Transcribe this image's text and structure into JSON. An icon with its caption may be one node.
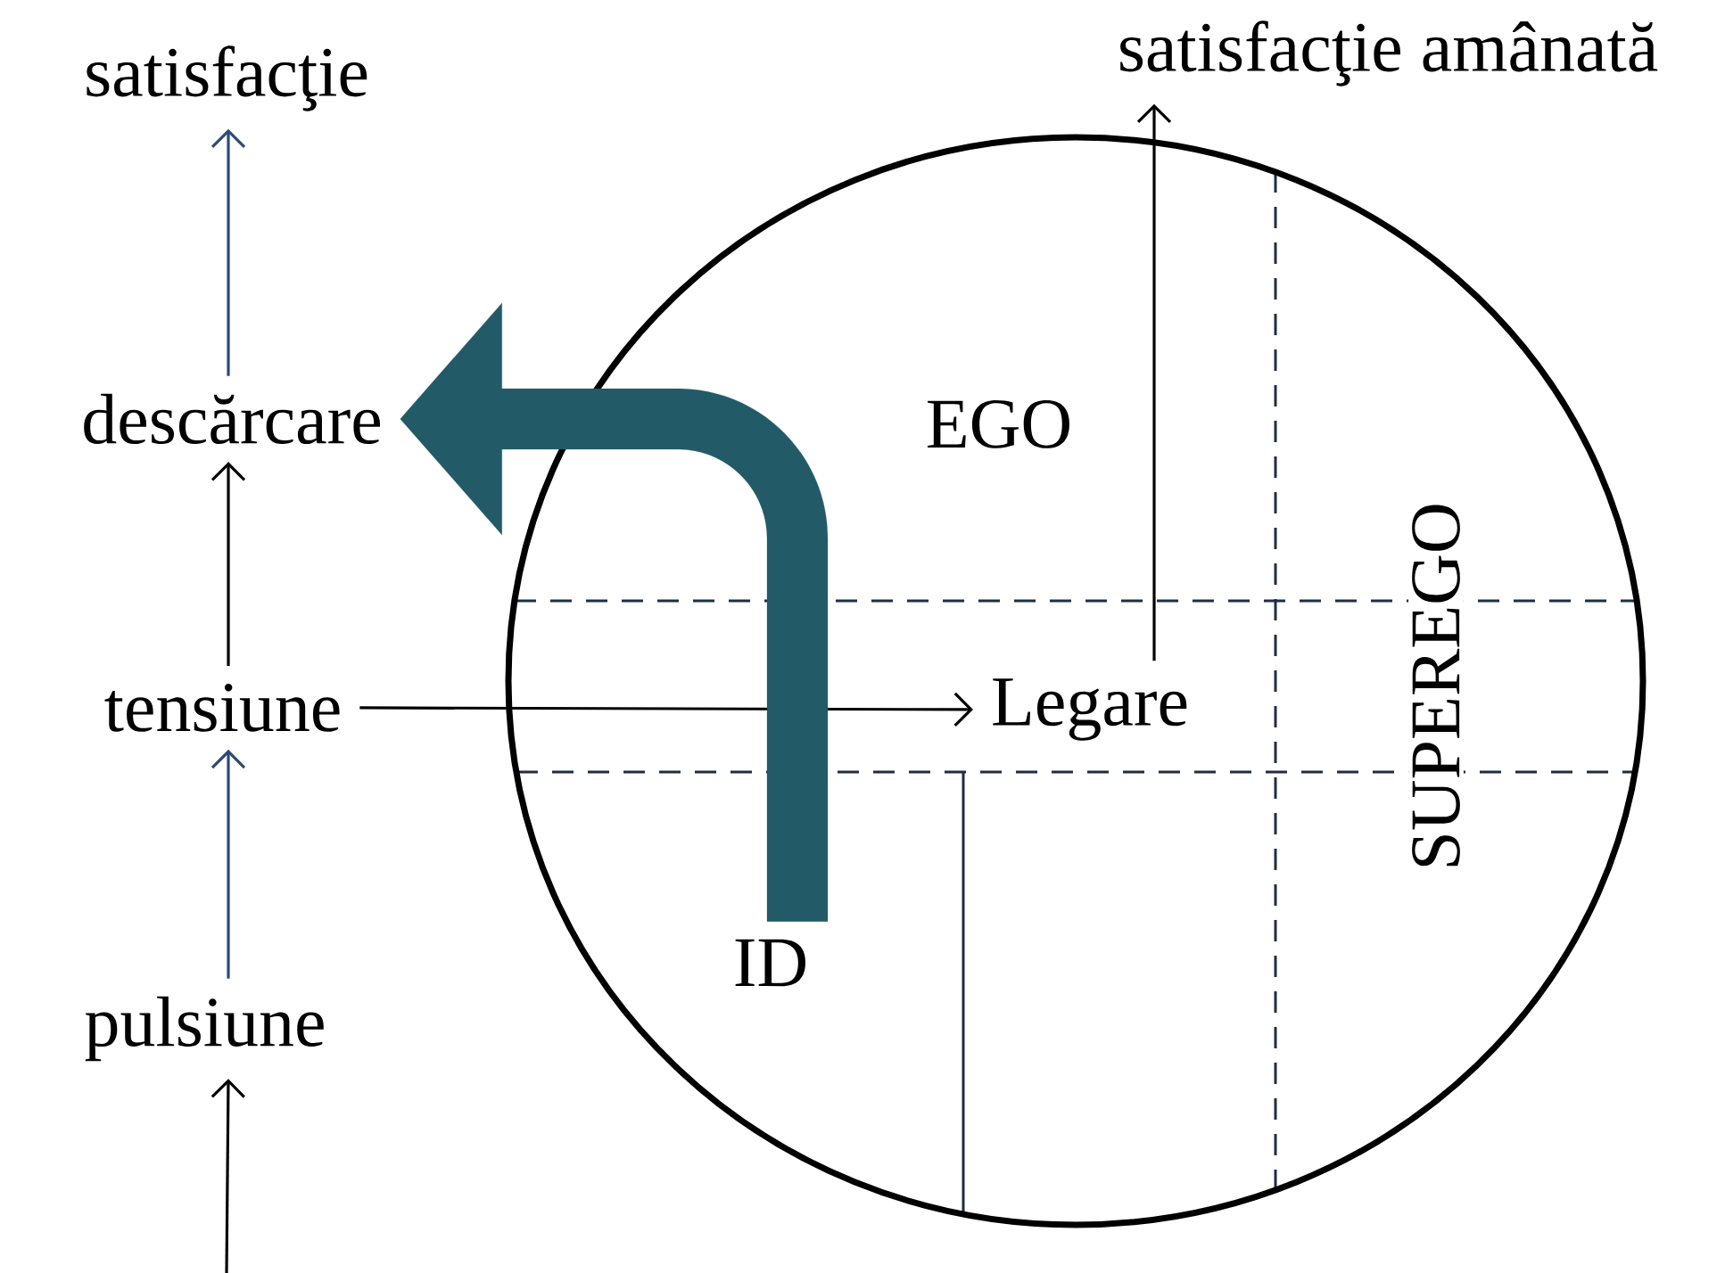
{
  "diagram": {
    "nodes": [
      {
        "text": [
          "satisfacţie"
        ]
      },
      {
        "text": [
          "descărcare"
        ]
      },
      {
        "text": [
          "tensiune"
        ]
      },
      {
        "text": [
          "pulsiune"
        ]
      },
      {
        "text": [],
        "shape": "circle"
      },
      {
        "text": [
          "EGO"
        ],
        "in": 4
      },
      {
        "text": [
          "Legare"
        ],
        "in": 4
      },
      {
        "text": [
          "ID"
        ],
        "in": 4
      },
      {
        "text": [
          "SUPEREGO"
        ],
        "in": 4
      },
      {
        "text": [
          "satisfacţie amânată"
        ]
      }
    ],
    "edges": [
      {
        "from": null,
        "to": 3,
        "arrow": "to"
      },
      {
        "from": 3,
        "to": 2,
        "arrow": "to",
        "color": "#2e4a75"
      },
      {
        "from": 2,
        "to": 1,
        "arrow": "to"
      },
      {
        "from": 1,
        "to": 0,
        "arrow": "to",
        "color": "#2e4a75"
      },
      {
        "from": 2,
        "to": 6,
        "arrow": "to"
      },
      {
        "from": 6,
        "to": 9,
        "arrow": "to"
      },
      {
        "from": 7,
        "to": 1,
        "arrow": "to",
        "style": "thick",
        "color": "#235a68"
      }
    ]
  }
}
